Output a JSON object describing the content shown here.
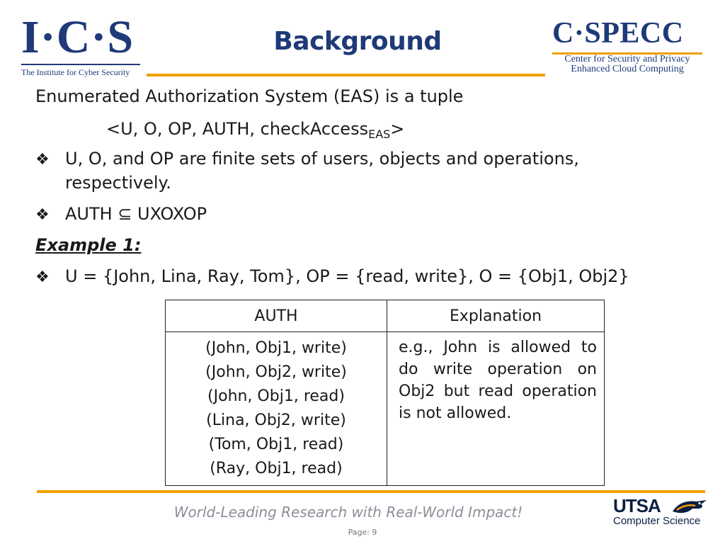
{
  "header": {
    "title": "Background",
    "ics_logo": {
      "mark": "I·C·S",
      "subtitle": "The Institute for Cyber Security"
    },
    "cspecc_logo": {
      "mark": "C·SPECC",
      "subtitle_line1": "Center for Security and Privacy",
      "subtitle_line2": "Enhanced Cloud Computing"
    }
  },
  "body": {
    "intro": "Enumerated Authorization System (EAS) is a tuple",
    "tuple_main": "<U, O, OP, AUTH, checkAccess",
    "tuple_sub": "EAS",
    "tuple_end": ">",
    "bullet_1_line1": "U, O, and OP are finite sets of users, objects and operations,",
    "bullet_1_line2": "respectively.",
    "bullet_2": "AUTH  ⊆ UXOXOP",
    "example_heading": "Example 1:",
    "bullet_3": "U = {John, Lina, Ray, Tom}, OP = {read, write}, O = {Obj1, Obj2}",
    "bullet_icon": "four-diamond-bullet-icon"
  },
  "table": {
    "headers": [
      "AUTH",
      "Explanation"
    ],
    "pairs": [
      "(John, Obj1, write)",
      "(John, Obj2, write)",
      "(John, Obj1, read)",
      "(Lina, Obj2, write)",
      "(Tom, Obj1, read)",
      "(Ray, Obj1, read)"
    ],
    "explanation": "e.g., John is allowed to do write operation on Obj2 but read operation is not allowed."
  },
  "footer": {
    "tagline": "World-Leading Research with Real-World Impact!",
    "page_label": "Page:  9",
    "utsa_logo": {
      "mark": "UTSA",
      "subtitle": "Computer Science"
    }
  },
  "colors": {
    "brand_blue": "#1e3a78",
    "accent_orange": "#f0a000",
    "tagline_gray": "#8a8f98"
  }
}
